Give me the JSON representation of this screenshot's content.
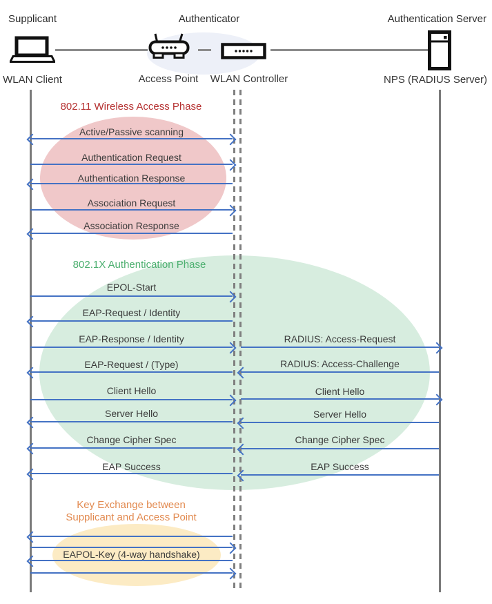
{
  "colors": {
    "arrow_blue": "#4472C4",
    "lifeline_gray": "#7A7A7A",
    "phase1_title_red": "#B53131",
    "phase1_ellipse_pink": "#F0C8C9",
    "phase2_title_green": "#4CAF6F",
    "phase2_ellipse_green": "#D7EDDF",
    "phase3_title_orange": "#E28A50",
    "phase3_ellipse_yellow": "#FCEBC4",
    "authenticator_group_ellipse": "#EDF0F8",
    "message_text": "#3B3B3B"
  },
  "topology": {
    "roles": [
      {
        "label": "Supplicant"
      },
      {
        "label": "Authenticator"
      },
      {
        "label": "Authentication Server"
      }
    ],
    "nodes": [
      {
        "label": "WLAN Client",
        "icon": "laptop-icon"
      },
      {
        "label": "Access Point",
        "icon": "access-point-icon"
      },
      {
        "label": "WLAN Controller",
        "icon": "wlan-controller-icon"
      },
      {
        "label": "NPS (RADIUS Server)",
        "icon": "server-icon"
      }
    ]
  },
  "phases": [
    {
      "title": "802.11 Wireless Access Phase",
      "messages": [
        {
          "label": "Active/Passive scanning",
          "direction": "both",
          "span": "client-controller"
        },
        {
          "label": "Authentication Request",
          "direction": "right",
          "span": "client-controller"
        },
        {
          "label": "Authentication Response",
          "direction": "left",
          "span": "client-controller"
        },
        {
          "label": "Association Request",
          "direction": "right",
          "span": "client-controller"
        },
        {
          "label": "Association Response",
          "direction": "left",
          "span": "client-controller"
        }
      ]
    },
    {
      "title": "802.1X Authentication Phase",
      "messages": [
        {
          "label": "EPOL-Start",
          "direction": "right",
          "span": "client-controller"
        },
        {
          "label": "EAP-Request / Identity",
          "direction": "left",
          "span": "client-controller"
        },
        {
          "label": "EAP-Response / Identity",
          "direction": "right",
          "span": "client-controller"
        },
        {
          "label": "RADIUS: Access-Request",
          "direction": "right",
          "span": "controller-server"
        },
        {
          "label": "EAP-Request / (Type)",
          "direction": "left",
          "span": "client-controller"
        },
        {
          "label": "RADIUS: Access-Challenge",
          "direction": "left",
          "span": "controller-server"
        },
        {
          "label": "Client Hello",
          "direction": "right",
          "span": "client-controller"
        },
        {
          "label": "Client Hello",
          "direction": "right",
          "span": "controller-server"
        },
        {
          "label": "Server Hello",
          "direction": "left",
          "span": "client-controller"
        },
        {
          "label": "Server Hello",
          "direction": "left",
          "span": "controller-server"
        },
        {
          "label": "Change Cipher Spec",
          "direction": "left",
          "span": "client-controller"
        },
        {
          "label": "Change Cipher Spec",
          "direction": "left",
          "span": "controller-server"
        },
        {
          "label": "EAP Success",
          "direction": "left",
          "span": "client-controller"
        },
        {
          "label": "EAP Success",
          "direction": "left",
          "span": "controller-server"
        }
      ]
    },
    {
      "title_lines": [
        "Key Exchange between",
        "Supplicant and Access Point"
      ],
      "messages": [
        {
          "label": "",
          "direction": "left",
          "span": "client-controller"
        },
        {
          "label": "",
          "direction": "right",
          "span": "client-controller"
        },
        {
          "label": "EAPOL-Key (4-way handshake)",
          "direction": "left",
          "span": "client-controller"
        },
        {
          "label": "",
          "direction": "right",
          "span": "client-controller"
        }
      ]
    }
  ]
}
